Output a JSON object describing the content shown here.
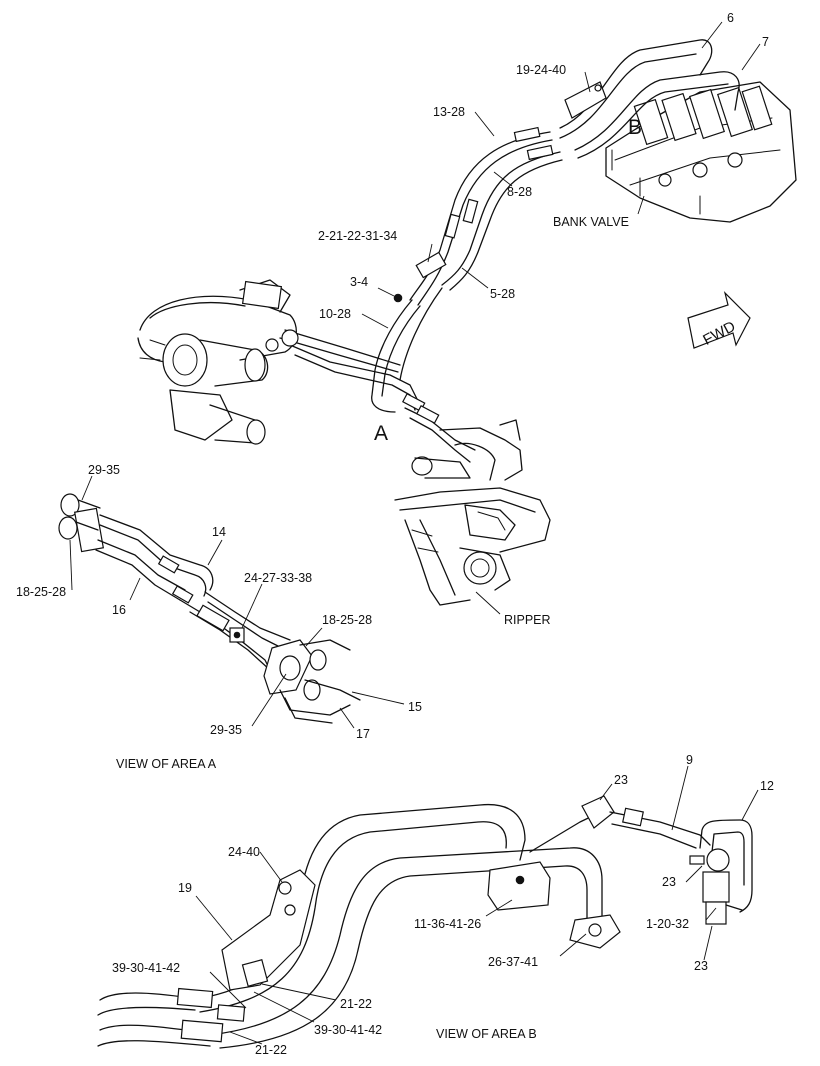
{
  "labels": {
    "n6": "6",
    "n7": "7",
    "n19_24_40": "19-24-40",
    "n13_28": "13-28",
    "B": "B",
    "n8_28": "8-28",
    "bank_valve": "BANK VALVE",
    "n2_21_22_31_34": "2-21-22-31-34",
    "n3_4": "3-4",
    "n5_28": "5-28",
    "n10_28": "10-28",
    "fwd": "FWD",
    "A": "A",
    "n29_35_top": "29-35",
    "n14": "14",
    "n24_27_33_38": "24-27-33-38",
    "n18_25_28_left": "18-25-28",
    "n16": "16",
    "n18_25_28_mid": "18-25-28",
    "ripper": "RIPPER",
    "n15": "15",
    "n29_35_bottom": "29-35",
    "n17": "17",
    "view_a": "VIEW OF AREA A",
    "n23_top": "23",
    "n9": "9",
    "n12": "12",
    "n24_40": "24-40",
    "n19": "19",
    "n23_mid": "23",
    "n11_36_41_26": "11-36-41-26",
    "n1_20_32": "1-20-32",
    "n26_37_41": "26-37-41",
    "n23_bottom": "23",
    "n39_30_41_42_a": "39-30-41-42",
    "n21_22_a": "21-22",
    "n39_30_41_42_b": "39-30-41-42",
    "view_b": "VIEW OF AREA  B",
    "n21_22_b": "21-22"
  }
}
